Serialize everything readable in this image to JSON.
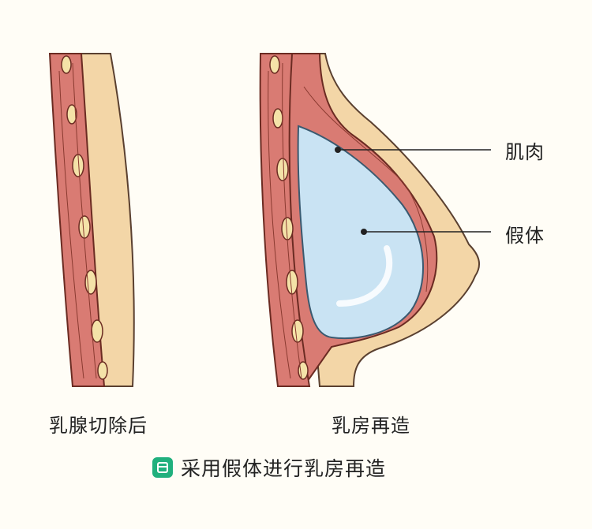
{
  "labels": {
    "left_panel": "乳腺切除后",
    "right_panel": "乳房再造",
    "muscle": "肌肉",
    "implant": "假体"
  },
  "caption": {
    "icon": "book-icon",
    "text": "采用假体进行乳房再造"
  },
  "colors": {
    "background": "#fffdf6",
    "skin": "#f3d6a7",
    "muscle": "#d97b73",
    "muscle_dark": "#8a3a30",
    "implant": "#c9e3f3",
    "accent": "#20b07d"
  }
}
